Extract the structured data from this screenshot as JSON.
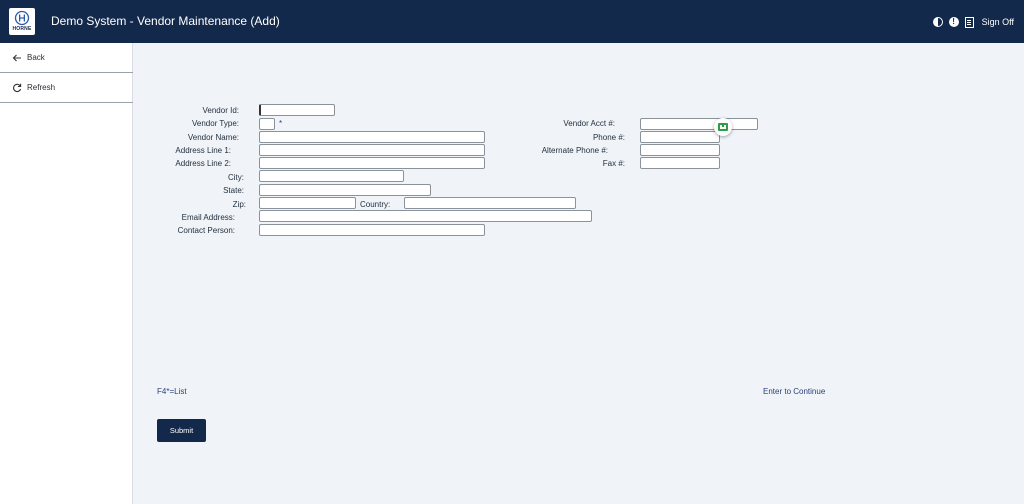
{
  "header": {
    "logo_text": "HORNE",
    "title": "Demo System - Vendor Maintenance (Add)",
    "icons": [
      "contrast-icon",
      "info-icon",
      "document-icon"
    ],
    "signoff_label": "Sign Off"
  },
  "sidebar": {
    "items": [
      {
        "label": "Back",
        "icon": "arrow-left-icon"
      },
      {
        "label": "Refresh",
        "icon": "refresh-icon"
      }
    ]
  },
  "form": {
    "vendor_id": {
      "label": "Vendor Id:",
      "value": ""
    },
    "vendor_type": {
      "label": "Vendor Type:",
      "value": "",
      "marker": "*"
    },
    "vendor_name": {
      "label": "Vendor Name:",
      "value": ""
    },
    "address1": {
      "label": "Address Line 1:",
      "value": ""
    },
    "address2": {
      "label": "Address Line 2:",
      "value": ""
    },
    "city": {
      "label": "City:",
      "value": ""
    },
    "state": {
      "label": "State:",
      "value": ""
    },
    "zip": {
      "label": "Zip:",
      "value": ""
    },
    "country": {
      "label": "Country:",
      "value": ""
    },
    "email": {
      "label": "Email Address:",
      "value": ""
    },
    "contact": {
      "label": "Contact Person:",
      "value": ""
    },
    "vendor_acct": {
      "label": "Vendor Acct #:",
      "value": ""
    },
    "phone": {
      "label": "Phone #:",
      "value": ""
    },
    "alt_phone": {
      "label": "Alternate Phone #:",
      "value": ""
    },
    "fax": {
      "label": "Fax #:",
      "value": ""
    }
  },
  "footer": {
    "f4_hint": "F4*=List",
    "enter_hint": "Enter to Continue",
    "submit_label": "Submit"
  },
  "colors": {
    "header_bg": "#13294b",
    "page_bg": "#f0f4f8",
    "hint_text": "#2a3f7a"
  }
}
